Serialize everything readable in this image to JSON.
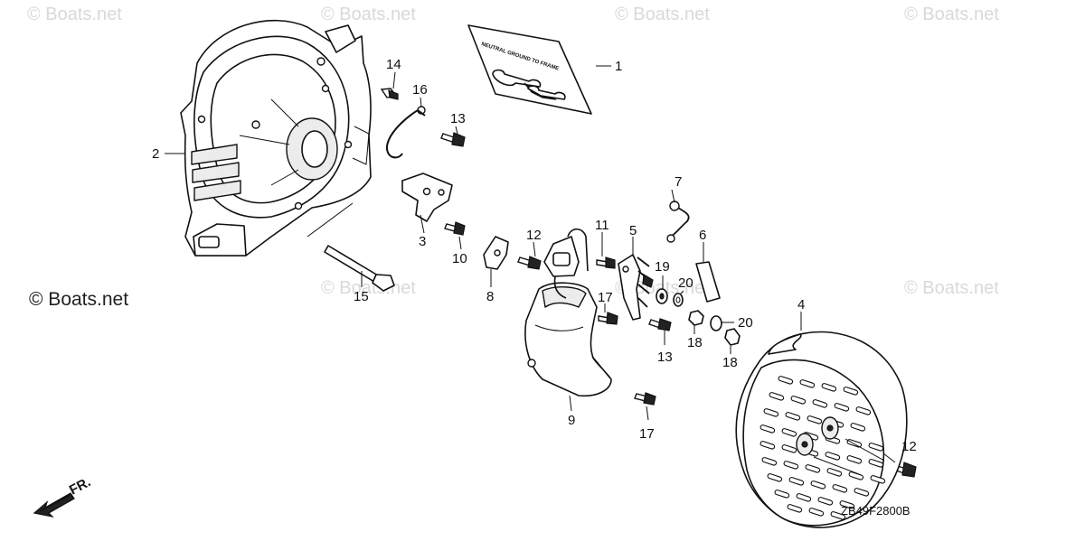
{
  "watermarks": {
    "text": "© Boats.net",
    "source_label": "© Boats.net"
  },
  "diagram_code": "ZB49F2800B",
  "front_arrow_label": "FR.",
  "tag_text": "NEUTRAL GROUND TO FRAME",
  "callouts": {
    "c1": "1",
    "c2": "2",
    "c3": "3",
    "c4": "4",
    "c5": "5",
    "c6": "6",
    "c7": "7",
    "c8": "8",
    "c9": "9",
    "c10": "10",
    "c11": "11",
    "c12a": "12",
    "c12b": "12",
    "c13a": "13",
    "c13b": "13",
    "c14": "14",
    "c15": "15",
    "c16": "16",
    "c17a": "17",
    "c17b": "17",
    "c18a": "18",
    "c18b": "18",
    "c19": "19",
    "c20a": "20",
    "c20b": "20"
  }
}
